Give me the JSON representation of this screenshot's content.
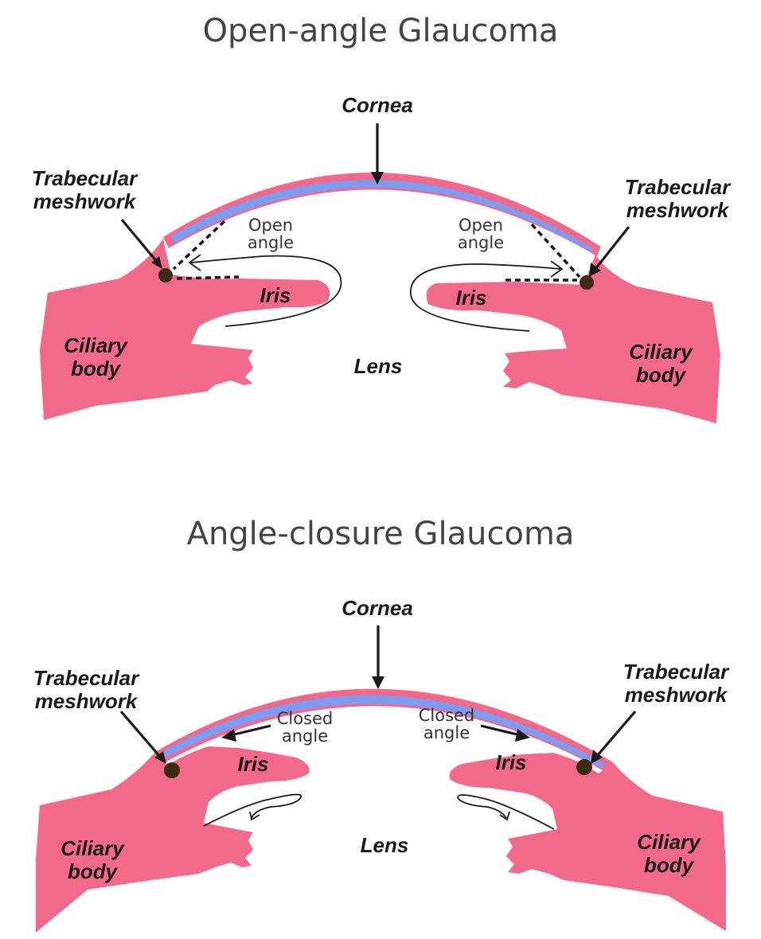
{
  "diagrams": [
    {
      "title": "Open-angle Glaucoma",
      "labels": {
        "cornea": "Cornea",
        "trabecular_left": [
          "Trabecular",
          "meshwork"
        ],
        "trabecular_right": [
          "Trabecular",
          "meshwork"
        ],
        "angle_left": [
          "Open",
          "angle"
        ],
        "angle_right": [
          "Open",
          "angle"
        ],
        "iris_left": "Iris",
        "iris_right": "Iris",
        "ciliary_left": [
          "Ciliary",
          "body"
        ],
        "ciliary_right": [
          "Ciliary",
          "body"
        ],
        "lens": "Lens"
      }
    },
    {
      "title": "Angle-closure Glaucoma",
      "labels": {
        "cornea": "Cornea",
        "trabecular_left": [
          "Trabecular",
          "meshwork"
        ],
        "trabecular_right": [
          "Trabecular",
          "meshwork"
        ],
        "angle_left": [
          "Closed",
          "angle"
        ],
        "angle_right": [
          "Closed",
          "angle"
        ],
        "iris_left": "Iris",
        "iris_right": "Iris",
        "ciliary_left": [
          "Ciliary",
          "body"
        ],
        "ciliary_right": [
          "Ciliary",
          "body"
        ],
        "lens": "Lens"
      }
    }
  ],
  "colors": {
    "tissue": "#f2698a",
    "cornea_inner": "#7b9cf0",
    "meshwork": "#3d2a12",
    "ink": "#1a1a1a",
    "title": "#444444"
  }
}
